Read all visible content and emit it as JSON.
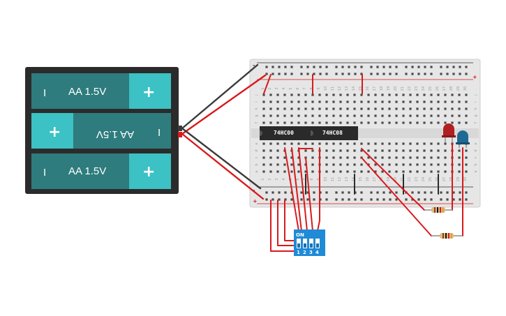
{
  "battery": {
    "cells": [
      {
        "label": "AA 1.5V",
        "minus": "I",
        "plus": "+",
        "flipped": false
      },
      {
        "label": "AA 1.5V",
        "minus": "I",
        "plus": "+",
        "flipped": true
      },
      {
        "label": "AA 1.5V",
        "minus": "I",
        "plus": "+",
        "flipped": false
      }
    ]
  },
  "breadboard": {
    "rail_minus": "-",
    "rail_plus": "+",
    "columns": [
      "1",
      "2",
      "3",
      "4",
      "5",
      "6",
      "7",
      "8",
      "9",
      "10",
      "11",
      "12",
      "13",
      "14",
      "15",
      "16",
      "17",
      "18",
      "19",
      "20",
      "21",
      "22",
      "23",
      "24",
      "25",
      "26",
      "27",
      "28",
      "29",
      "30"
    ],
    "rows_top": [
      "j",
      "i",
      "h",
      "g",
      "f"
    ],
    "rows_bottom": [
      "e",
      "d",
      "c",
      "b",
      "a"
    ]
  },
  "chips": [
    {
      "label": "74HC00"
    },
    {
      "label": "74HC08"
    }
  ],
  "dip_switch": {
    "on_label": "ON",
    "switch_numbers": [
      "1",
      "2",
      "3",
      "4"
    ]
  },
  "leds": [
    {
      "name": "red-led",
      "color": "#b02020"
    },
    {
      "name": "blue-led",
      "color": "#1e6a94"
    }
  ],
  "colors": {
    "battery_case": "#2b2b2b",
    "cell_body": "#2e7c7e",
    "cell_cap": "#3cc1c4",
    "wire_red": "#d9191c",
    "wire_black": "#3a3a3a",
    "dip_body": "#1f8ad6",
    "chip_body": "#2a2a2a"
  }
}
